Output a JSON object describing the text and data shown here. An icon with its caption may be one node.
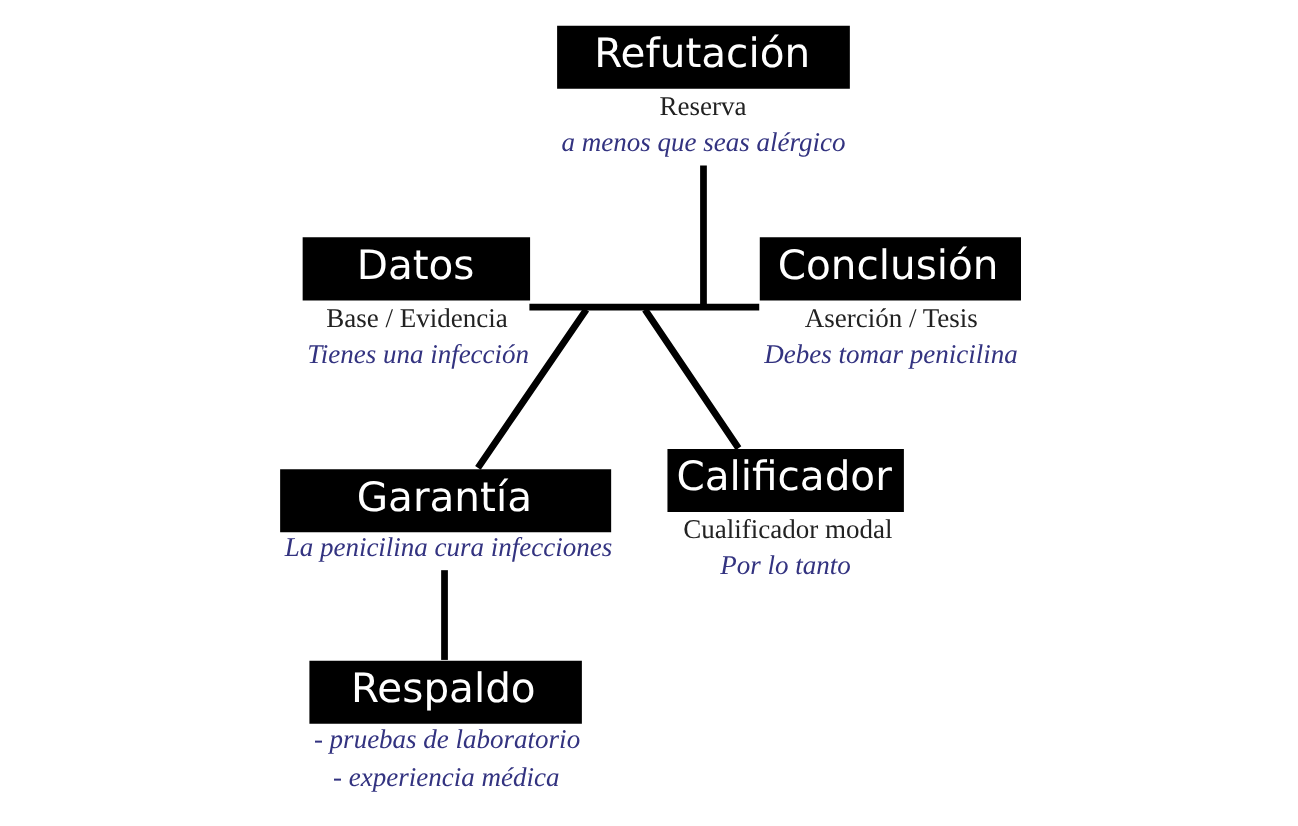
{
  "diagram": {
    "nodes": [
      {
        "text": [
          "Refutación"
        ],
        "beside": [
          "Reserva",
          "a menos que seas alérgico"
        ]
      },
      {
        "text": [
          "Datos"
        ],
        "beside": [
          "Base / Evidencia",
          "Tienes una infección"
        ]
      },
      {
        "text": [
          "Conclusión"
        ],
        "beside": [
          "Aserción / Tesis",
          "Debes tomar penicilina"
        ]
      },
      {
        "text": [
          "Garantía"
        ],
        "beside": [
          "La penicilina cura infecciones"
        ]
      },
      {
        "text": [
          "Calificador"
        ],
        "beside": [
          "Cualificador modal",
          "Por lo tanto"
        ]
      },
      {
        "text": [
          "Respaldo"
        ],
        "beside": [
          "- pruebas de laboratorio",
          "- experiencia médica"
        ]
      }
    ],
    "edges": [
      {
        "from": 1,
        "to": 2,
        "arrow": "none"
      },
      {
        "from": 0,
        "to": null,
        "arrow": "none"
      },
      {
        "from": 3,
        "to": null,
        "arrow": "none"
      },
      {
        "from": 4,
        "to": null,
        "arrow": "none"
      },
      {
        "from": 5,
        "to": 3,
        "arrow": "none"
      }
    ]
  }
}
